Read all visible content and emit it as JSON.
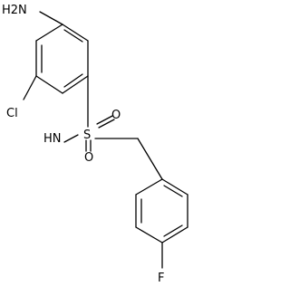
{
  "molecule": {
    "atoms": {
      "amine": "H2N",
      "chlorine": "Cl",
      "sulfur": "S",
      "oxygen_right": "O",
      "oxygen_bottom": "O",
      "sulfonamide_nh": "HN",
      "fluorine": "F"
    }
  }
}
